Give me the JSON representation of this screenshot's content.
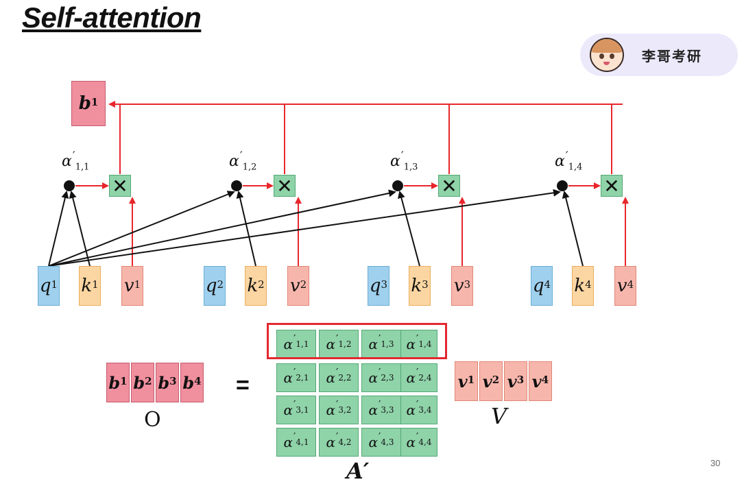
{
  "slide": {
    "title": "Self-attention",
    "page_number": "30",
    "badge": {
      "text": "李哥考研"
    }
  },
  "top": {
    "output": {
      "base": "b",
      "sup": "1"
    },
    "attention_scores": [
      {
        "sub": "1,1"
      },
      {
        "sub": "1,2"
      },
      {
        "sub": "1,3"
      },
      {
        "sub": "1,4"
      }
    ],
    "multiply_symbol": "✕",
    "groups": [
      {
        "q": "1",
        "k": "1",
        "v": "1"
      },
      {
        "q": "2",
        "k": "2",
        "v": "2"
      },
      {
        "q": "3",
        "k": "3",
        "v": "3"
      },
      {
        "q": "4",
        "k": "4",
        "v": "4"
      }
    ],
    "var_q": "q",
    "var_k": "k",
    "var_v": "v",
    "alpha_symbol": "α",
    "prime": "′"
  },
  "equation": {
    "o_vectors": [
      "1",
      "2",
      "3",
      "4"
    ],
    "o_base": "b",
    "o_label": "O",
    "equals": "=",
    "matrix_rows": [
      [
        "1,1",
        "1,2",
        "1,3",
        "1,4"
      ],
      [
        "2,1",
        "2,2",
        "2,3",
        "2,4"
      ],
      [
        "3,1",
        "3,2",
        "3,3",
        "3,4"
      ],
      [
        "4,1",
        "4,2",
        "4,3",
        "4,4"
      ]
    ],
    "matrix_label": "A′",
    "v_vectors": [
      "1",
      "2",
      "3",
      "4"
    ],
    "v_base": "v",
    "v_label": "V"
  },
  "colors": {
    "q": "#9fd0ee",
    "k": "#fcd6a2",
    "v": "#f7b6ac",
    "b": "#f08f9e",
    "matrix": "#8fd3a9",
    "arrow_red": "#e8262b",
    "arrow_black": "#111111",
    "highlight": "#e3282f"
  }
}
